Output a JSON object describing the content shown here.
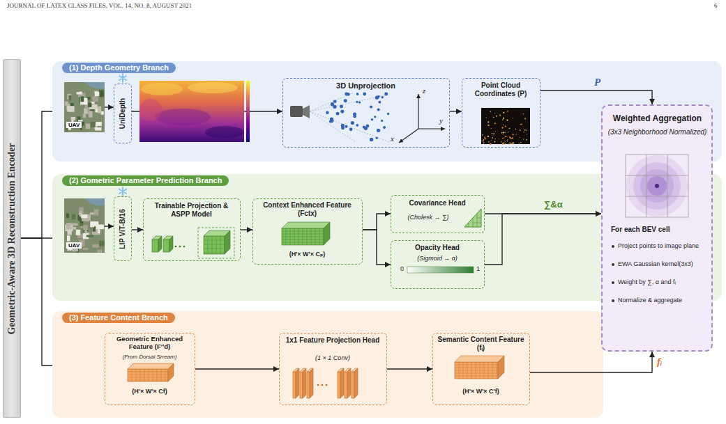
{
  "diagram": {
    "nodes": [
      {
        "text": [
          "Geometric-Aware 3D Reconstruction Encoder"
        ]
      },
      {
        "text": [
          "(1) Depth Geometry Branch"
        ]
      },
      {
        "text": [
          "UAV"
        ],
        "in": 1
      },
      {
        "text": [
          "UniDepth"
        ],
        "in": 1
      },
      {
        "text": [
          "3D Unprojection"
        ],
        "in": 1
      },
      {
        "text": [
          "Point Cloud Coordinates (P)"
        ],
        "in": 1
      },
      {
        "text": [
          "(2) Gometric Parameter Prediction Branch"
        ]
      },
      {
        "text": [
          "UAV"
        ],
        "in": 6
      },
      {
        "text": [
          "LIP ViT-B/16"
        ],
        "in": 6
      },
      {
        "text": [
          "Trainable Projection & ASPP Model"
        ],
        "in": 6
      },
      {
        "text": [
          "Context Enhanced Feature (Fctx)",
          "(H'× W'× Cₚ)"
        ],
        "in": 6
      },
      {
        "text": [
          "Covariance Head",
          "(Cholesk → ∑)"
        ],
        "in": 6
      },
      {
        "text": [
          "Opacity Head",
          "(Sigmoid → α)"
        ],
        "in": 6
      },
      {
        "text": [
          "(3) Feature Content Branch"
        ]
      },
      {
        "text": [
          "Geometric Enhanced Feature (F″d)",
          "(From Dorsal Srream)",
          "(H'× W'× Cf)"
        ],
        "in": 13
      },
      {
        "text": [
          "1x1 Feature Projection Head",
          "(1 × 1 Conv)"
        ],
        "in": 13
      },
      {
        "text": [
          "Semantic Content Feature (fᵢ)",
          "(H'× W'× C'f)"
        ],
        "in": 13
      },
      {
        "text": [
          "Weighted Aggregation",
          "(3x3 Neighborhood Normalized)",
          "For each BEV cell",
          "Project points to image plane",
          "EWA Gaussian kernel(3x3)",
          "Weight by ∑, α and fᵢ",
          "Normalize & aggregate"
        ]
      }
    ],
    "edges": [
      {
        "from": 0,
        "to": 1,
        "arrow": "none"
      },
      {
        "from": 0,
        "to": 6,
        "arrow": "none"
      },
      {
        "from": 0,
        "to": 13,
        "arrow": "none"
      },
      {
        "from": 2,
        "to": 3,
        "arrow": "to"
      },
      {
        "from": 3,
        "to": 4,
        "arrow": "to"
      },
      {
        "from": 4,
        "to": 5,
        "arrow": "to"
      },
      {
        "from": 5,
        "to": 17,
        "arrow": "to",
        "label": "P"
      },
      {
        "from": 7,
        "to": 8,
        "arrow": "to"
      },
      {
        "from": 8,
        "to": 9,
        "arrow": "to"
      },
      {
        "from": 9,
        "to": 10,
        "arrow": "to"
      },
      {
        "from": 10,
        "to": 11,
        "arrow": "to"
      },
      {
        "from": 10,
        "to": 12,
        "arrow": "to"
      },
      {
        "from": 11,
        "to": 17,
        "arrow": "to",
        "label": "∑&α"
      },
      {
        "from": 12,
        "to": 17,
        "arrow": "to"
      },
      {
        "from": 14,
        "to": 15,
        "arrow": "to"
      },
      {
        "from": 15,
        "to": 16,
        "arrow": "to"
      },
      {
        "from": 16,
        "to": 17,
        "arrow": "to",
        "label": "fᵢ"
      }
    ],
    "labels": [
      "JOURNAL OF LATEX CLASS FILES, VOL. 14, NO. 8, AUGUST 2021",
      "6",
      "z",
      "y",
      "x",
      "0",
      "1"
    ]
  }
}
